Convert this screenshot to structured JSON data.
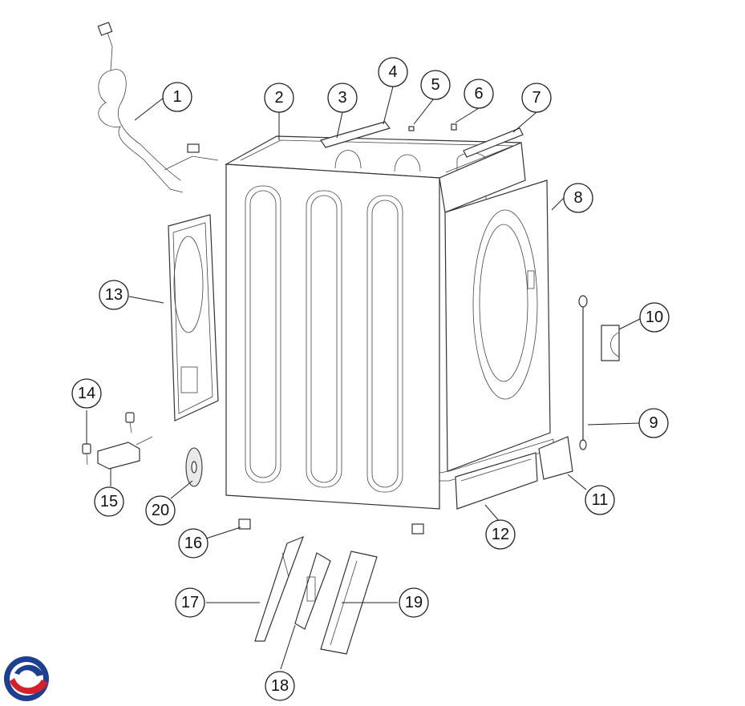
{
  "diagram": {
    "callouts": [
      {
        "id": "1",
        "label": "1"
      },
      {
        "id": "2",
        "label": "2"
      },
      {
        "id": "3",
        "label": "3"
      },
      {
        "id": "4",
        "label": "4"
      },
      {
        "id": "5",
        "label": "5"
      },
      {
        "id": "6",
        "label": "6"
      },
      {
        "id": "7",
        "label": "7"
      },
      {
        "id": "8",
        "label": "8"
      },
      {
        "id": "9",
        "label": "9"
      },
      {
        "id": "10",
        "label": "10"
      },
      {
        "id": "11",
        "label": "11"
      },
      {
        "id": "12",
        "label": "12"
      },
      {
        "id": "13",
        "label": "13"
      },
      {
        "id": "14",
        "label": "14"
      },
      {
        "id": "15",
        "label": "15"
      },
      {
        "id": "16",
        "label": "16"
      },
      {
        "id": "17",
        "label": "17"
      },
      {
        "id": "18",
        "label": "18"
      },
      {
        "id": "19",
        "label": "19"
      },
      {
        "id": "20",
        "label": "20"
      }
    ]
  },
  "colors": {
    "logo_blue": "#1d3f8f",
    "logo_red": "#d4202a"
  }
}
